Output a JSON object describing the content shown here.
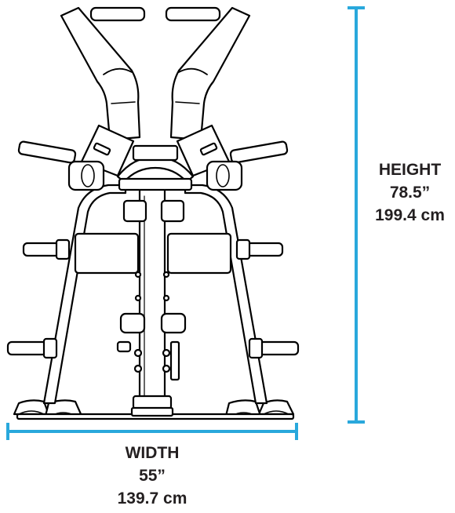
{
  "colors": {
    "dimension_line": "#29a8dc",
    "text": "#231f20",
    "outline": "#000000",
    "fill": "#ffffff"
  },
  "dimensions": {
    "height": {
      "label": "HEIGHT",
      "imperial": "78.5”",
      "metric": "199.4 cm"
    },
    "width": {
      "label": "WIDTH",
      "imperial": "55”",
      "metric": "139.7 cm"
    }
  }
}
